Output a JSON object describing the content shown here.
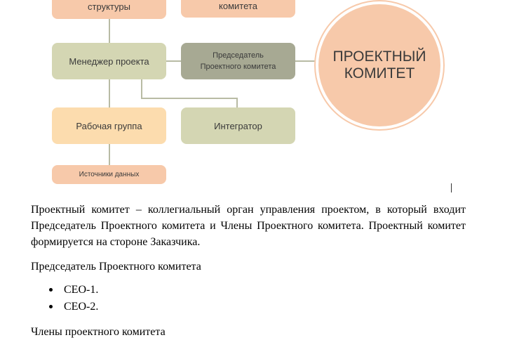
{
  "diagram": {
    "boxes": {
      "structure": "структуры",
      "committee_top": "комитета",
      "manager": "Менеджер проекта",
      "chairman": "Председатель\nПроектного комитета",
      "workgroup": "Рабочая группа",
      "integrator": "Интегратор",
      "data_sources": "Источники данных"
    },
    "circle_title": "ПРОЕКТНЫЙ\nКОМИТЕТ",
    "colors": {
      "orange": "#f7c9aa",
      "yellow": "#fcdcae",
      "sage": "#d4d6b3",
      "dark_sage": "#a7a993",
      "connector": "#b8bba4"
    }
  },
  "document": {
    "paragraph1": "Проектный комитет – коллегиальный орган управления проектом, в который входит Председатель Проектного комитета и Члены Проектного комитета. Проектный комитет формируется на стороне Заказчика.",
    "chairman_heading": "Председатель Проектного комитета",
    "chairman_list": [
      "CEO-1.",
      "CEO-2."
    ],
    "members_heading": "Члены проектного комитета"
  }
}
